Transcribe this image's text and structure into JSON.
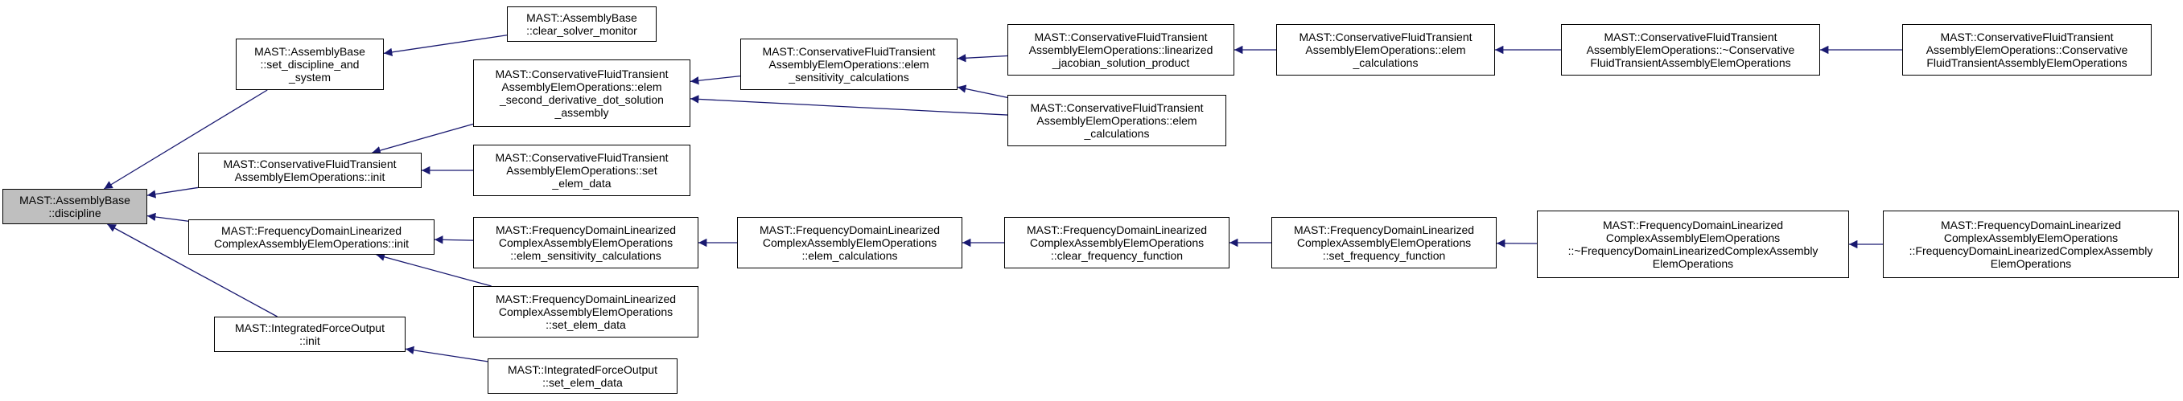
{
  "nodes": {
    "root": "MAST::AssemblyBase\n::discipline",
    "ab_set": "MAST::AssemblyBase\n::set_discipline_and\n_system",
    "ab_clear": "MAST::AssemblyBase\n::clear_solver_monitor",
    "cf_init": "MAST::ConservativeFluidTransient\nAssemblyElemOperations::init",
    "cf_second": "MAST::ConservativeFluidTransient\nAssemblyElemOperations::elem\n_second_derivative_dot_solution\n_assembly",
    "cf_setdata": "MAST::ConservativeFluidTransient\nAssemblyElemOperations::set\n_elem_data",
    "cf_sens": "MAST::ConservativeFluidTransient\nAssemblyElemOperations::elem\n_sensitivity_calculations",
    "cf_lin": "MAST::ConservativeFluidTransient\nAssemblyElemOperations::linearized\n_jacobian_solution_product",
    "cf_calc_a": "MAST::ConservativeFluidTransient\nAssemblyElemOperations::elem\n_calculations",
    "cf_calc_b": "MAST::ConservativeFluidTransient\nAssemblyElemOperations::elem\n_calculations",
    "cf_dtor": "MAST::ConservativeFluidTransient\nAssemblyElemOperations::~Conservative\nFluidTransientAssemblyElemOperations",
    "cf_ctor": "MAST::ConservativeFluidTransient\nAssemblyElemOperations::Conservative\nFluidTransientAssemblyElemOperations",
    "fd_init": "MAST::FrequencyDomainLinearized\nComplexAssemblyElemOperations::init",
    "fd_sens": "MAST::FrequencyDomainLinearized\nComplexAssemblyElemOperations\n::elem_sensitivity_calculations",
    "fd_setdata": "MAST::FrequencyDomainLinearized\nComplexAssemblyElemOperations\n::set_elem_data",
    "fd_calc": "MAST::FrequencyDomainLinearized\nComplexAssemblyElemOperations\n::elem_calculations",
    "fd_clear": "MAST::FrequencyDomainLinearized\nComplexAssemblyElemOperations\n::clear_frequency_function",
    "fd_setfreq": "MAST::FrequencyDomainLinearized\nComplexAssemblyElemOperations\n::set_frequency_function",
    "fd_dtor": "MAST::FrequencyDomainLinearized\nComplexAssemblyElemOperations\n::~FrequencyDomainLinearizedComplexAssembly\nElemOperations",
    "fd_ctor": "MAST::FrequencyDomainLinearized\nComplexAssemblyElemOperations\n::FrequencyDomainLinearizedComplexAssembly\nElemOperations",
    "if_init": "MAST::IntegratedForceOutput\n::init",
    "if_setdata": "MAST::IntegratedForceOutput\n::set_elem_data"
  },
  "edges": [
    [
      "ab_set",
      "root"
    ],
    [
      "cf_init",
      "root"
    ],
    [
      "fd_init",
      "root"
    ],
    [
      "if_init",
      "root"
    ],
    [
      "ab_clear",
      "ab_set"
    ],
    [
      "cf_second",
      "cf_init"
    ],
    [
      "cf_setdata",
      "cf_init"
    ],
    [
      "cf_sens",
      "cf_second"
    ],
    [
      "cf_calc_b",
      "cf_second"
    ],
    [
      "cf_lin",
      "cf_sens"
    ],
    [
      "cf_calc_b",
      "cf_sens"
    ],
    [
      "cf_calc_a",
      "cf_lin"
    ],
    [
      "cf_dtor",
      "cf_calc_a"
    ],
    [
      "cf_ctor",
      "cf_dtor"
    ],
    [
      "fd_sens",
      "fd_init"
    ],
    [
      "fd_setdata",
      "fd_init"
    ],
    [
      "fd_calc",
      "fd_sens"
    ],
    [
      "fd_clear",
      "fd_calc"
    ],
    [
      "fd_setfreq",
      "fd_clear"
    ],
    [
      "fd_dtor",
      "fd_setfreq"
    ],
    [
      "fd_ctor",
      "fd_dtor"
    ],
    [
      "if_setdata",
      "if_init"
    ]
  ],
  "colors": {
    "edge": "#191970",
    "root_fill": "#bfbfbf",
    "node_fill": "#ffffff"
  }
}
